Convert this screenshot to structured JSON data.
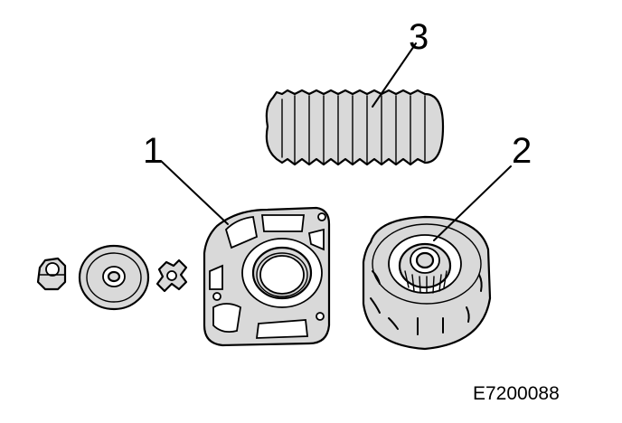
{
  "callouts": {
    "one": "1",
    "two": "2",
    "three": "3"
  },
  "figure_ref": "E7200088",
  "colors": {
    "part_fill": "#d9d9d9",
    "outline": "#000000",
    "background": "#ffffff"
  }
}
